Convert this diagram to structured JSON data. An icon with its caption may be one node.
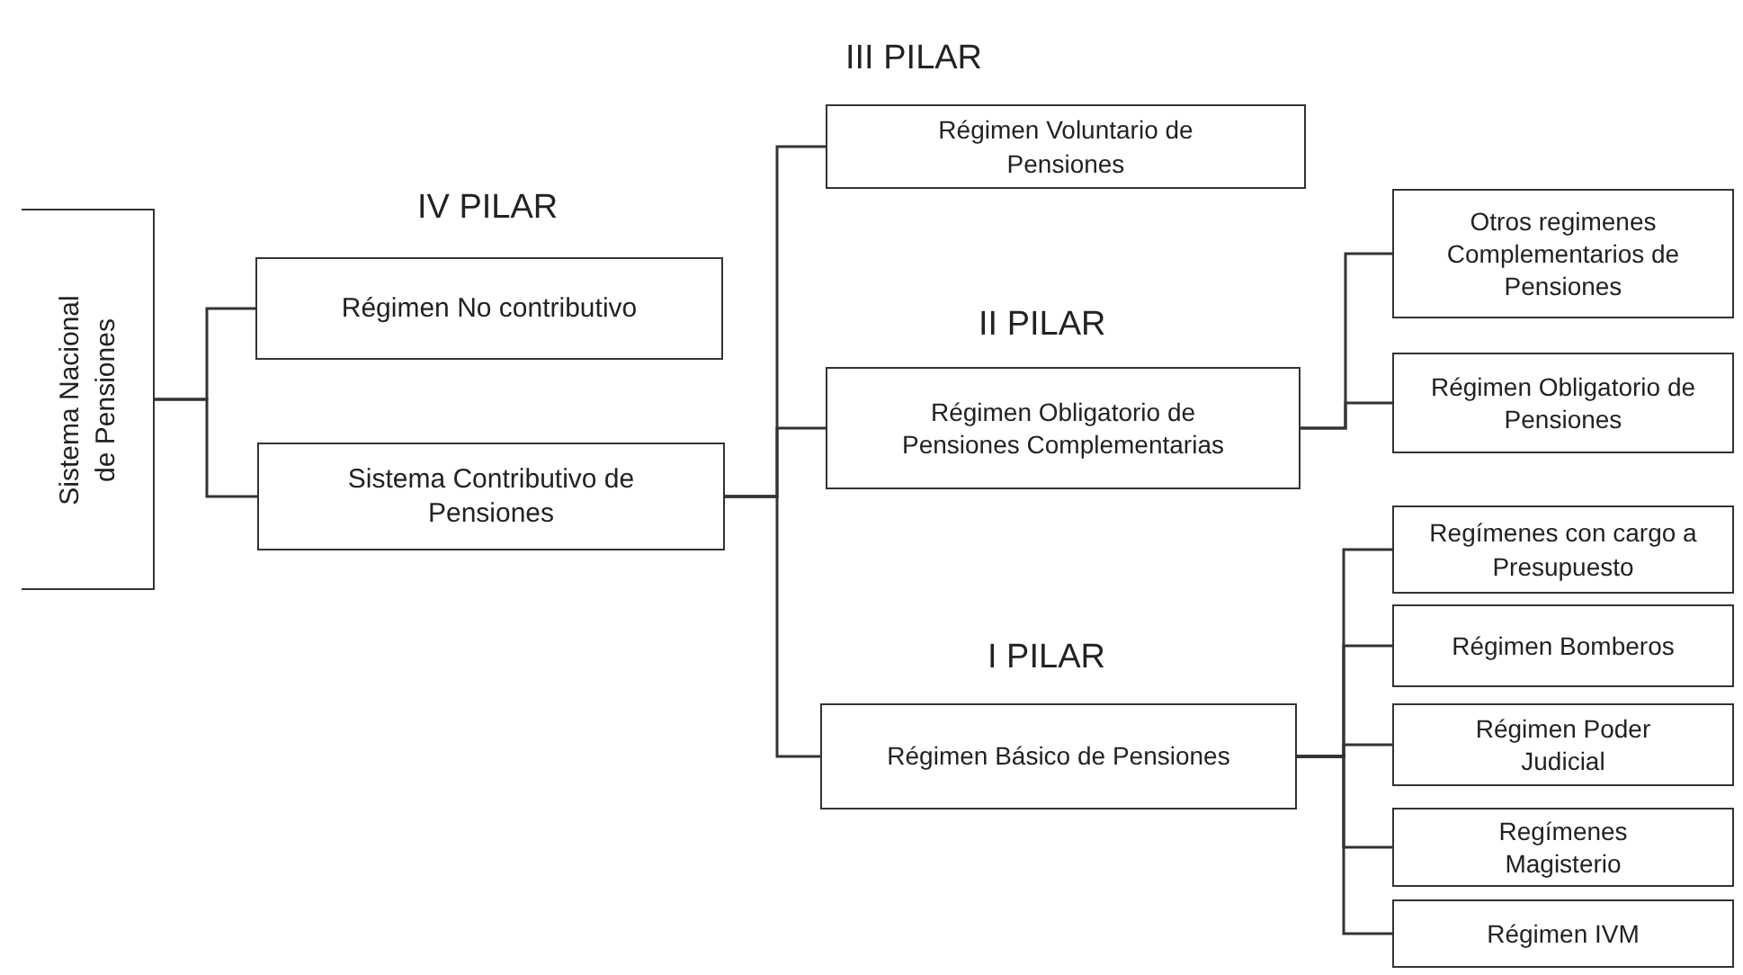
{
  "diagram": {
    "nodes": [
      {
        "text": [
          "Sistema Nacional de Pensiones"
        ]
      },
      {
        "text": [
          "Régimen No contributivo"
        ]
      },
      {
        "text": [
          "Sistema Contributivo de Pensiones"
        ]
      },
      {
        "text": [
          "Régimen Voluntario de Pensiones"
        ]
      },
      {
        "text": [
          "Régimen Obligatorio de Pensiones Complementarias"
        ]
      },
      {
        "text": [
          "Otros regimenes Complementarios de Pensiones"
        ]
      },
      {
        "text": [
          "Régimen Obligatorio de Pensiones"
        ]
      },
      {
        "text": [
          "Regímenes con cargo a Presupuesto"
        ]
      },
      {
        "text": [
          "Régimen Bomberos"
        ]
      },
      {
        "text": [
          "Régimen Poder Judicial"
        ]
      },
      {
        "text": [
          "Regímenes Magisterio"
        ]
      },
      {
        "text": [
          "Régimen IVM"
        ]
      },
      {
        "text": [
          "Régimen Básico de Pensiones"
        ]
      }
    ],
    "edges": [
      {
        "from": 0,
        "to": 1,
        "arrow": "none"
      },
      {
        "from": 0,
        "to": 2,
        "arrow": "none"
      },
      {
        "from": 2,
        "to": 3,
        "arrow": "none"
      },
      {
        "from": 2,
        "to": 4,
        "arrow": "none"
      },
      {
        "from": 2,
        "to": 12,
        "arrow": "none"
      },
      {
        "from": 4,
        "to": 5,
        "arrow": "none"
      },
      {
        "from": 4,
        "to": 6,
        "arrow": "none"
      },
      {
        "from": 12,
        "to": 7,
        "arrow": "none"
      },
      {
        "from": 12,
        "to": 8,
        "arrow": "none"
      },
      {
        "from": 12,
        "to": 9,
        "arrow": "none"
      },
      {
        "from": 12,
        "to": 10,
        "arrow": "none"
      },
      {
        "from": 12,
        "to": 11,
        "arrow": "none"
      }
    ],
    "labels": [
      "III PILAR",
      "IV PILAR",
      "II PILAR",
      "I PILAR"
    ]
  }
}
